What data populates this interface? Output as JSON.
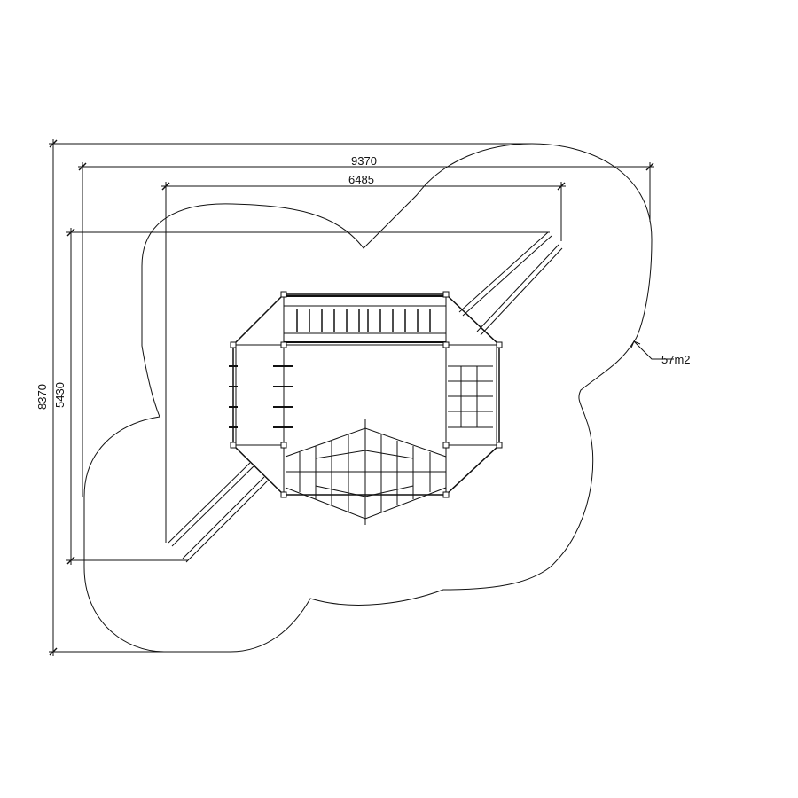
{
  "dimensions": {
    "overall_width": "9370",
    "equipment_width": "6485",
    "overall_depth": "8370",
    "equipment_depth": "5430"
  },
  "area_label": "57m2",
  "colors": {
    "line": "#111111",
    "background": "#ffffff"
  }
}
